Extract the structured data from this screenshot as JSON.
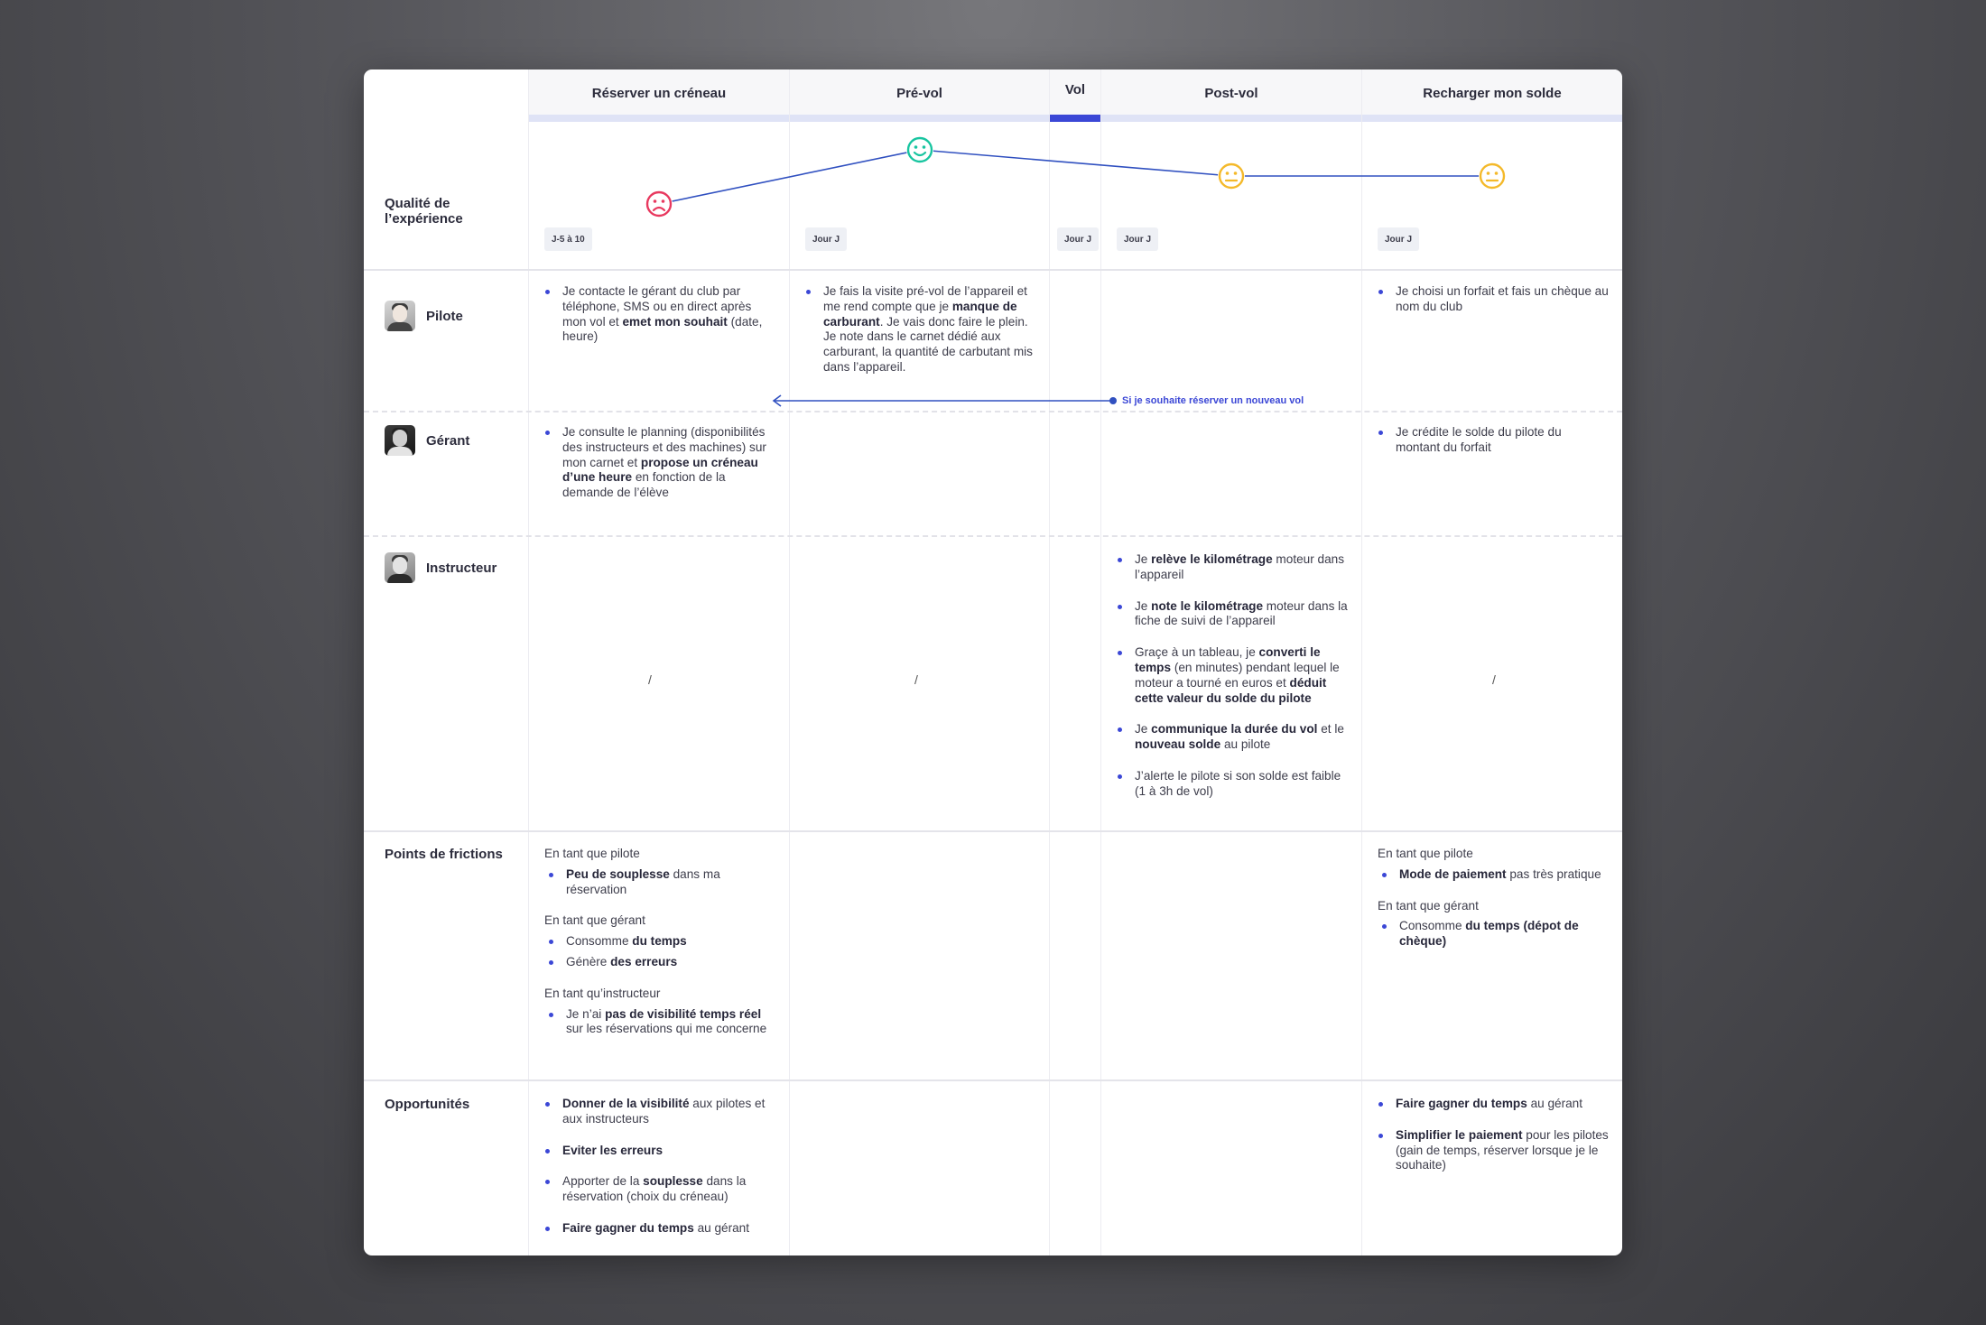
{
  "phases": [
    {
      "label": "Réserver un créneau"
    },
    {
      "label": "Pré-vol"
    },
    {
      "label": "Vol"
    },
    {
      "label": "Post-vol"
    },
    {
      "label": "Recharger mon solde"
    }
  ],
  "experience": {
    "label": "Qualité de l’expérience",
    "points": [
      {
        "mood": "sad",
        "icon": "sad-face-icon",
        "color": "#e8395f",
        "level": 1
      },
      {
        "mood": "happy",
        "icon": "happy-face-icon",
        "color": "#18c5a0",
        "level": 3
      },
      {
        "mood": "neutral",
        "icon": "neutral-face-icon",
        "color": "#f4b92a",
        "level": 2
      },
      {
        "mood": "neutral",
        "icon": "neutral-face-icon",
        "color": "#f4b92a",
        "level": 2
      }
    ],
    "line_color": "#3050c0",
    "day_tags": [
      "J-5 à 10",
      "Jour J",
      "Jour J",
      "Jour J",
      "Jour J"
    ]
  },
  "actors": {
    "pilote": {
      "name": "Pilote",
      "reserver": [
        "Je contacte le gérant du club par téléphone, SMS ou en direct après mon vol et ",
        "emet mon souhait",
        " (date, heure)"
      ],
      "prevol": [
        "Je fais la visite pré-vol de l’appareil et me rend compte que je ",
        "manque de carburant",
        ". Je vais donc faire le plein.",
        "Je note dans le carnet dédié aux carburant, la quantité de carbutant mis dans l’appareil."
      ],
      "recharger": "Je choisi un forfait et fais un chèque au nom du club",
      "loop_label": "Si je souhaite réserver un nouveau vol"
    },
    "gerant": {
      "name": "Gérant",
      "reserver": [
        "Je consulte le planning (disponibilités des instructeurs et des machines) sur mon carnet et ",
        "propose un créneau d’une heure",
        " en fonction de la demande de l’élève"
      ],
      "recharger": "Je crédite le solde du pilote du montant du forfait"
    },
    "instructeur": {
      "name": "Instructeur",
      "slash": "/",
      "postvol": {
        "i1": [
          "Je ",
          "relève le kilométrage",
          " moteur dans l’appareil"
        ],
        "i2": [
          "Je ",
          "note le kilométrage",
          " moteur dans la fiche de suivi de l’appareil"
        ],
        "i3": [
          "Graçe à un tableau, je ",
          "converti le temps",
          " (en minutes) pendant lequel le moteur a tourné en euros et ",
          "déduit cette valeur du solde du pilote"
        ],
        "i4": [
          "Je ",
          "communique la durée du vol",
          " et le ",
          "nouveau solde",
          " au pilote"
        ],
        "i5": "J’alerte le pilote si son solde est faible (1 à 3h de vol)"
      }
    }
  },
  "frictions": {
    "label": "Points de frictions",
    "reserver": {
      "pilote_title": "En tant que pilote",
      "pilote": [
        "Peu de souplesse",
        " dans ma réservation"
      ],
      "gerant_title": "En tant que gérant",
      "gerant1": [
        "Consomme ",
        "du temps"
      ],
      "gerant2": [
        "Génère ",
        "des erreurs"
      ],
      "instr_title": "En tant qu’instructeur",
      "instr": [
        "Je n’ai ",
        "pas de visibilité temps réel",
        " sur les réservations qui me concerne"
      ]
    },
    "recharger": {
      "pilote_title": "En tant que pilote",
      "pilote": [
        "Mode de paiement",
        " pas très pratique"
      ],
      "gerant_title": "En tant que gérant",
      "gerant": [
        "Consomme ",
        "du temps (dépot de chèque)"
      ]
    }
  },
  "opportunites": {
    "label": "Opportunités",
    "reserver": {
      "o1": [
        "Donner de la visibilité",
        " aux pilotes et aux instructeurs"
      ],
      "o2": "Eviter les erreurs",
      "o3": [
        "Apporter de la ",
        "souplesse",
        " dans la réservation (choix du créneau)"
      ],
      "o4": [
        "Faire gagner du temps",
        " au gérant"
      ]
    },
    "recharger": {
      "o1": [
        "Faire gagner du temps",
        " au gérant"
      ],
      "o2": [
        "Simplifier le paiement",
        " pour les pilotes (gain de temps, réserver lorsque je le souhaite)"
      ]
    }
  }
}
